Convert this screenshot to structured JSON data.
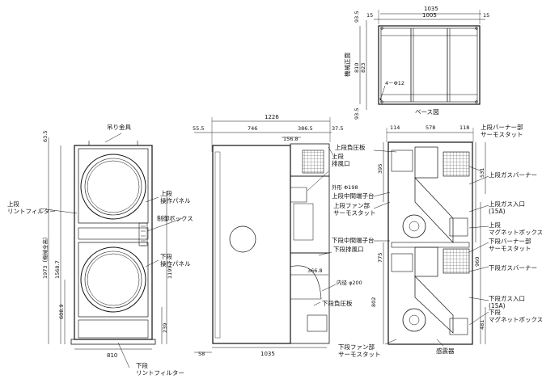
{
  "base_view": {
    "title": "ベース図",
    "side_label": "機械正面",
    "overall_width": "1035",
    "inner_width": "1005",
    "left_offset": "15",
    "right_offset": "15",
    "overall_depth": "810",
    "mid_depth": "823",
    "top_edge": "93.5",
    "bottom_edge": "93.5",
    "bolt_holes": "4－Φ12"
  },
  "front_view": {
    "hanger_label": "吊り金具",
    "upper_lint_filter": "上段\nリントフィルター",
    "upper_control_panel": "上段\n操作パネル",
    "control_box": "制御ボックス",
    "lower_control_panel": "下段\n操作パネル",
    "lower_lint_filter": "下段\nリントフィルター",
    "total_height": "1973（機械全高）",
    "top_dim": "63.5",
    "mid_height": "1568.7",
    "lower_drum_height": "608.9",
    "right_height_1199": "1199",
    "right_height_239": "239",
    "width": "810"
  },
  "side_view": {
    "overall_depth": "1226",
    "left_margin": "55.5",
    "seg_746": "746",
    "seg_386_5": "386.5",
    "seg_37_5": "37.5",
    "duct_156_8": "156.8",
    "duct_366_8": "366.8",
    "upper_exhaust": "上段\n排風口",
    "outer_dia": "外形 Φ198",
    "lower_exhaust": "下段排風口",
    "inner_dia": "内径 φ200",
    "lower_pressure_plate": "下段負圧板",
    "base_depth": "1035",
    "foot_58": "58"
  },
  "right_view": {
    "dim_114": "114",
    "dim_578": "578",
    "dim_118": "118",
    "upper_neg_plate": "上段負圧板",
    "upper_mid_terminal": "上段中間端子台",
    "upper_fan_thermostat": "上段ファン部\nサーモスタット",
    "lower_mid_terminal": "下段中間端子台",
    "upper_burner_thermostat": "上段バーナー部\nサーモスタット",
    "upper_gas_burner": "上段ガスバーナー",
    "upper_gas_inlet": "上段ガス入口\n(15A)",
    "upper_magnet_box": "上段\nマグネットボックス",
    "lower_burner_thermostat": "下段バーナー部\nサーモスタット",
    "lower_gas_burner": "下段ガスバーナー",
    "lower_gas_inlet": "下段ガス入口\n(15A)",
    "lower_magnet_box": "下段\nマグネットボックス",
    "lower_fan_thermostat": "下段ファン部\nサーモスタット",
    "sensor": "感震器",
    "dim_395": "395",
    "dim_531": "531",
    "dim_775": "775",
    "dim_960": "960",
    "dim_802": "802",
    "dim_481": "481"
  }
}
